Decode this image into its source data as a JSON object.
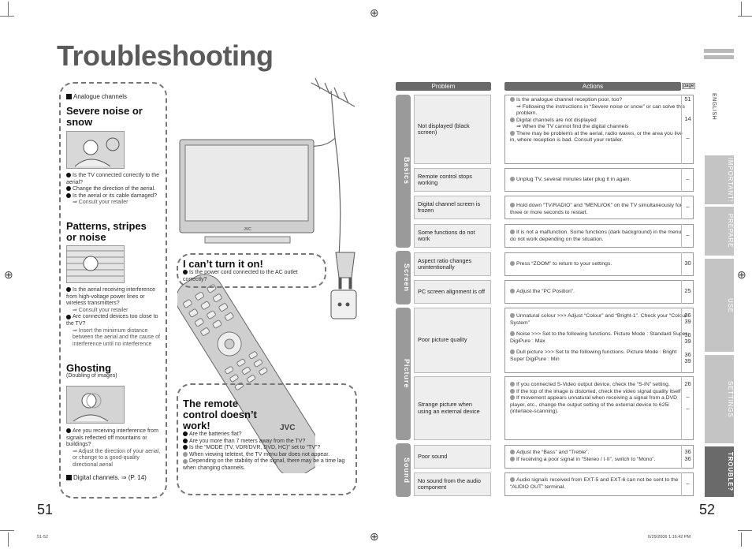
{
  "title": "Troubleshooting",
  "left": {
    "analogue_label": "Analogue channels",
    "sections": [
      {
        "heading": "Severe noise or snow",
        "bullets": [
          "Is the TV connected correctly to the aerial?",
          "Change the direction of the aerial.",
          "Is the aerial or its cable damaged?",
          "⇒ Consult your retailer"
        ]
      },
      {
        "heading": "Patterns, stripes or noise",
        "bullets": [
          "Is the aerial receiving interference from high-voltage power lines or wireless transmitters?",
          "⇒ Consult your retailer",
          "Are connected devices too close to the TV?",
          "⇒ Insert the minimum distance between the aerial and the cause of interference until no interference"
        ]
      },
      {
        "heading": "Ghosting",
        "sub": "(Doubling of images)",
        "bullets": [
          "Are you receiving interference from signals reflected off mountains or buildings?",
          "⇒ Adjust the direction of your aerial, or change to a good-quality directional aerial"
        ]
      }
    ],
    "digital_label": "Digital channels. ⇒ (P. 14)"
  },
  "middle": {
    "cant_turn_on": {
      "heading": "I can’t turn it on!",
      "bullet": "Is the power cord connected to the AC outlet correctly?"
    },
    "remote": {
      "heading": "The remote control doesn’t work!",
      "bullets": [
        "Are the batteries flat?",
        "Are you more than 7 meters away from the TV?",
        "Is the “MODE (TV, VDR/DVR, DVD, HC)” set to “TV”?",
        "When viewing teletext, the TV menu bar does not appear.",
        "Depending on the stability of the signal, there may be a time lag when changing channels."
      ]
    },
    "tv_brand": "JVC",
    "remote_brand": "JVC"
  },
  "table": {
    "header_problem": "Problem",
    "header_actions": "Actions",
    "header_page": "page",
    "categories": [
      "Basics",
      "Screen",
      "Picture",
      "Sound"
    ],
    "rows": [
      {
        "problem": "Not displayed (black screen)",
        "actions": [
          "Is the analogue channel reception poor, too?",
          "⇒ Following the instructions in “Severe noise or snow” or can solve this problem.",
          "Digital channels are not displayed",
          "⇒ When the TV cannot find the digital channels",
          "There may be problems at the aerial, radio waves, or the area you live in, where reception is bad. Consult your retailer."
        ],
        "pages": [
          "51",
          "14",
          "–"
        ]
      },
      {
        "problem": "Remote control stops working",
        "actions": [
          "Unplug TV, several minutes later plug it in again."
        ],
        "pages": [
          "–"
        ]
      },
      {
        "problem": "Digital channel screen is frozen",
        "actions": [
          "Hold down “TV/RADIO” and “MENU/OK” on the TV simultaneously for three or more seconds to restart."
        ],
        "pages": [
          "–"
        ]
      },
      {
        "problem": "Some functions do not work",
        "actions": [
          "It is not a malfunction. Some functions (dark background) in the menu do not work depending on the situation."
        ],
        "pages": [
          "–"
        ]
      },
      {
        "problem": "Aspect ratio changes unintentionally",
        "actions": [
          "Press “ZOOM” to return to your settings."
        ],
        "pages": [
          "30"
        ]
      },
      {
        "problem": "PC screen alignment is off",
        "actions": [
          "Adjust the “PC Position”."
        ],
        "pages": [
          "25"
        ]
      },
      {
        "problem": "Poor picture quality",
        "actions": [
          "Unnatural colour >>> Adjust “Colour” and “Bright-1”. Check your “Colour System”",
          "Noise >>> Set to the following functions. Picture Mode : Standard  Super DigiPure : Max",
          "Dull picture >>> Set to the following functions. Picture Mode : Bright  Super DigiPure : Min"
        ],
        "pages": [
          "36",
          "39",
          "36",
          "39",
          "36",
          "39"
        ]
      },
      {
        "problem": "Strange picture when using an external device",
        "actions": [
          "If you connected S-Video output device, check the “S-IN” setting.",
          "If the top of the image is distorted, check the video signal quality itself.",
          "If movement appears unnatural when receiving a signal from a DVD player, etc., change the output setting of the external device to 625i (interlace-scanning)."
        ],
        "pages": [
          "26",
          "–",
          "–"
        ]
      },
      {
        "problem": "Poor sound",
        "actions": [
          "Adjust the “Bass” and “Treble”.",
          "If receiving a poor signal in “Stereo / I·II”, switch to “Mono”."
        ],
        "pages": [
          "36",
          "36"
        ]
      },
      {
        "problem": "No sound from the audio component",
        "actions": [
          "Audio signals received from EXT-5 and EXT-6 can not be sent to the “AUDIO OUT” terminal."
        ],
        "pages": [
          "–"
        ]
      }
    ]
  },
  "tabs": {
    "english": "ENGLISH",
    "items": [
      "IMPORTANT!",
      "PREPARE",
      "USE",
      "SETTINGS",
      "TROUBLE?"
    ],
    "active": "TROUBLE?"
  },
  "page_left": "51",
  "page_right": "52",
  "footer_left": "51-52",
  "footer_right": "6/29/2006   1:16:42 PM"
}
